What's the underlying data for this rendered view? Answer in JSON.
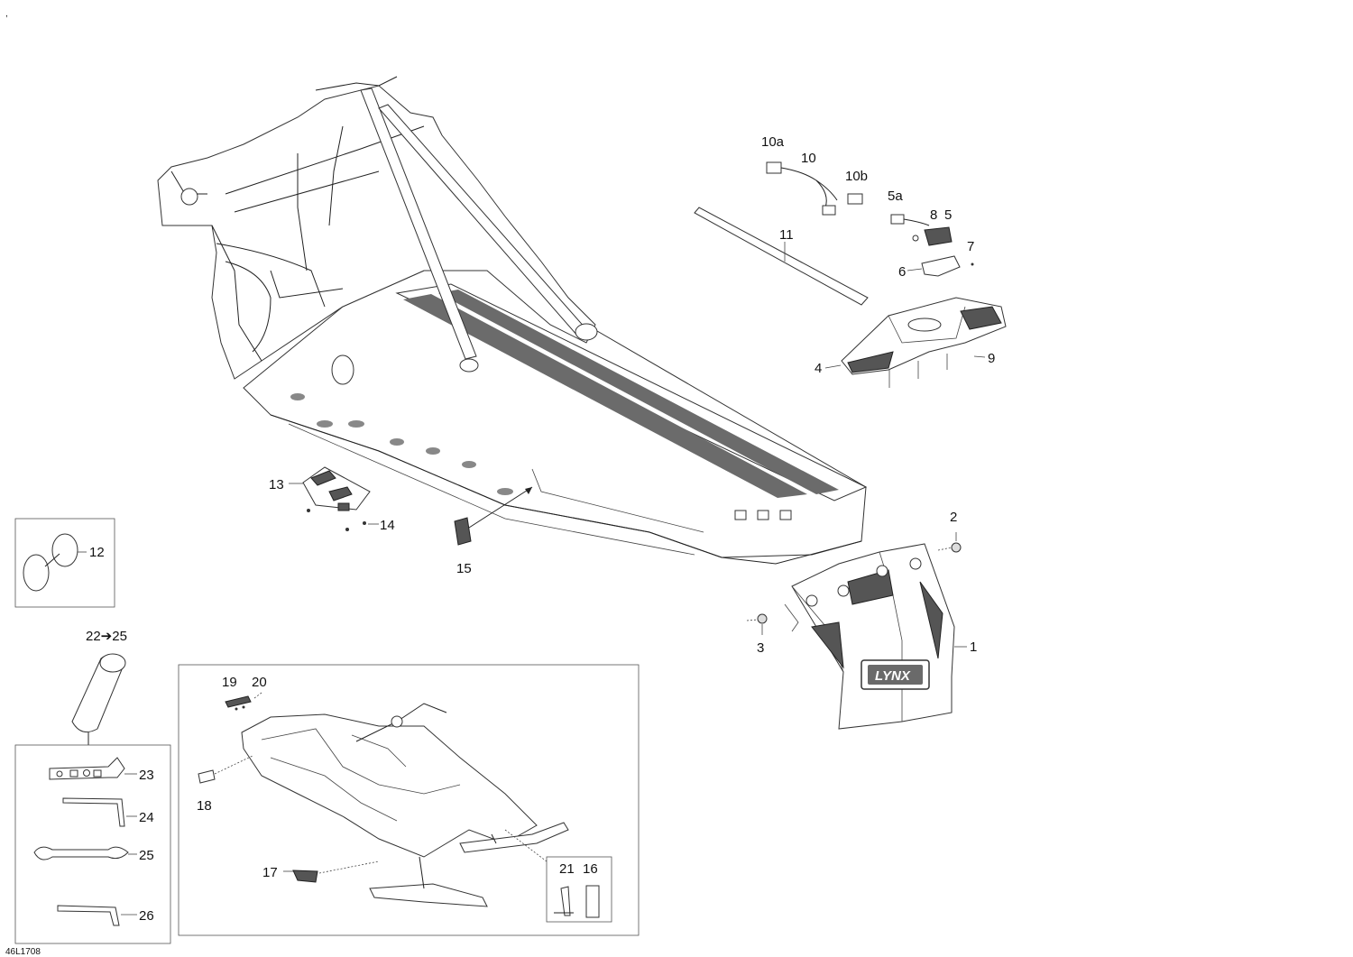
{
  "diagram": {
    "figure_code": "46L1708",
    "corner_mark": ",",
    "callouts": [
      {
        "id": "c1",
        "text": "1"
      },
      {
        "id": "c2",
        "text": "2"
      },
      {
        "id": "c3",
        "text": "3"
      },
      {
        "id": "c4",
        "text": "4"
      },
      {
        "id": "c5",
        "text": "5"
      },
      {
        "id": "c5a",
        "text": "5a"
      },
      {
        "id": "c6",
        "text": "6"
      },
      {
        "id": "c7",
        "text": "7"
      },
      {
        "id": "c8",
        "text": "8"
      },
      {
        "id": "c9",
        "text": "9"
      },
      {
        "id": "c10",
        "text": "10"
      },
      {
        "id": "c10a",
        "text": "10a"
      },
      {
        "id": "c10b",
        "text": "10b"
      },
      {
        "id": "c11",
        "text": "11"
      },
      {
        "id": "c12",
        "text": "12"
      },
      {
        "id": "c13",
        "text": "13"
      },
      {
        "id": "c14",
        "text": "14"
      },
      {
        "id": "c15",
        "text": "15"
      },
      {
        "id": "c16",
        "text": "16"
      },
      {
        "id": "c17",
        "text": "17"
      },
      {
        "id": "c18",
        "text": "18"
      },
      {
        "id": "c19",
        "text": "19"
      },
      {
        "id": "c20",
        "text": "20"
      },
      {
        "id": "c21",
        "text": "21"
      },
      {
        "id": "c22_25",
        "text": "22➔25"
      },
      {
        "id": "c23",
        "text": "23"
      },
      {
        "id": "c24",
        "text": "24"
      },
      {
        "id": "c25",
        "text": "25"
      },
      {
        "id": "c26",
        "text": "26"
      }
    ],
    "emblem_text": "LYNX"
  }
}
